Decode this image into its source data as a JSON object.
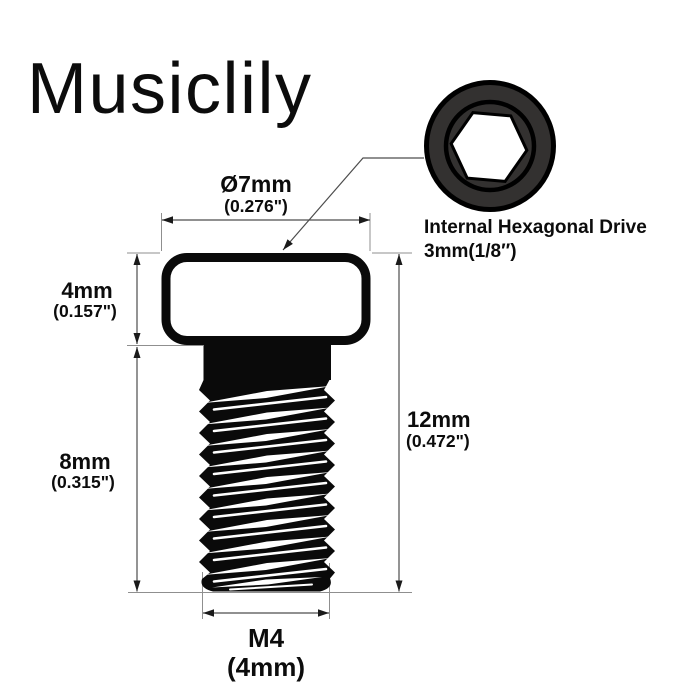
{
  "brand": "Musiclily",
  "callout": {
    "line1": "Internal Hexagonal Drive",
    "line2": "3mm(1/8″)"
  },
  "dims": {
    "head_diameter": {
      "mm": "Ø7mm",
      "inch": "(0.276\")"
    },
    "head_height": {
      "mm": "4mm",
      "inch": "(0.157\")"
    },
    "thread_length": {
      "mm": "8mm",
      "inch": "(0.315\")"
    },
    "total_length": {
      "mm": "12mm",
      "inch": "(0.472\")"
    },
    "thread_size": {
      "mm": "M4",
      "inch": "(4mm)"
    }
  },
  "colors": {
    "ink": "#0c0c0c",
    "dimension_line": "#4d4d4d",
    "extension_line": "#8f8f8f",
    "steel_gray": "#333130",
    "background": "#ffffff"
  }
}
